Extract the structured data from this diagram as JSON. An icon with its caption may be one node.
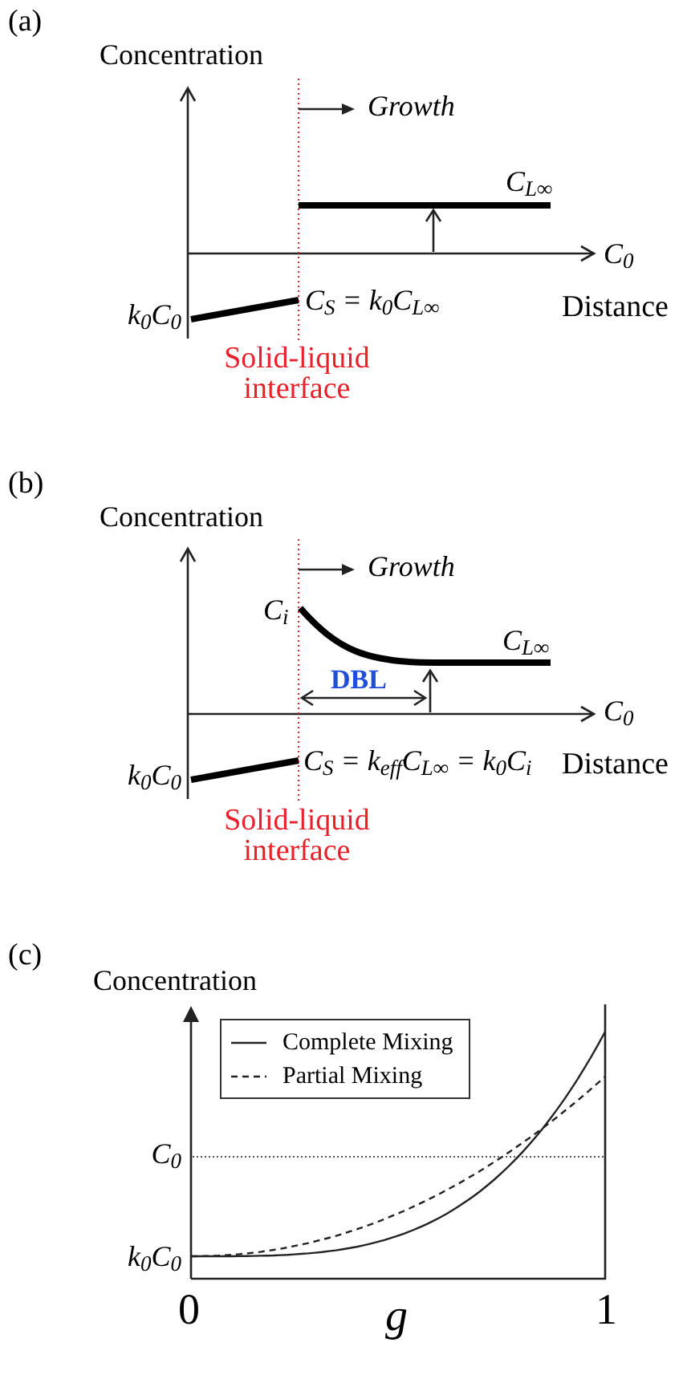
{
  "diagram": {
    "labels": [
      "(a)",
      "Concentration",
      "Growth",
      "C$_{L∞}$",
      "C$_{0}$",
      "k$_{0}$C$_{0}$",
      "C$_{S}$ = k$_{0}$C$_{L∞}$",
      "Distance",
      "Solid-liquid interface",
      "(b)",
      "Concentration",
      "Growth",
      "C$_{i}$",
      "C$_{L∞}$",
      "DBL",
      "C$_{0}$",
      "k$_{0}$C$_{0}$",
      "C$_{S}$ = k$_{eff}$C$_{L∞}$ = k$_{0}$C$_{i}$",
      "Distance",
      "Solid-liquid interface",
      "(c)",
      "Concentration",
      "C$_{0}$",
      "k$_{0}$C$_{0}$",
      "0",
      "g",
      "1"
    ],
    "legend": [
      {
        "text": "Complete Mixing"
      },
      {
        "text": "Partial Mixing"
      }
    ]
  }
}
